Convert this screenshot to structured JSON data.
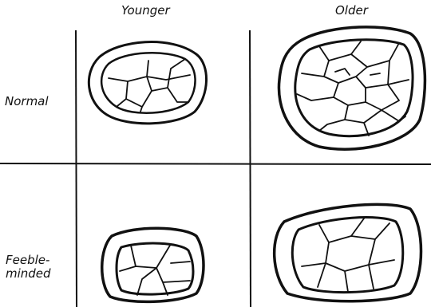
{
  "columns": {
    "younger": "Younger",
    "older": "Older"
  },
  "rows": {
    "normal": "Normal",
    "feeble": "Feeble-\nminded"
  }
}
